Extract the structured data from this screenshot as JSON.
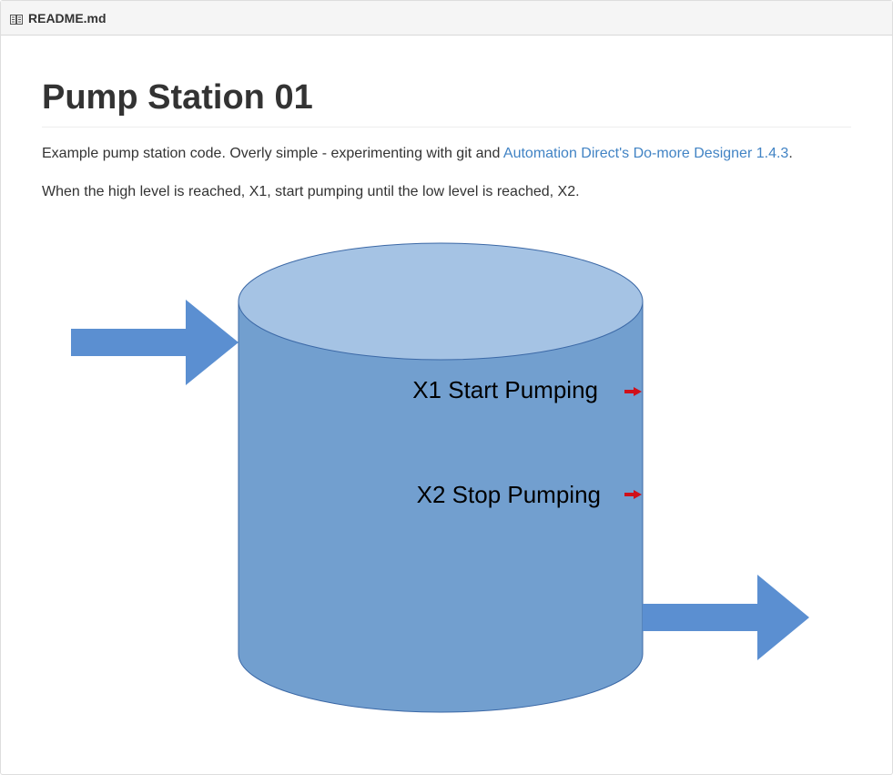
{
  "file": {
    "name": "README.md",
    "icon": "book-icon"
  },
  "readme": {
    "title": "Pump Station 01",
    "intro_before_link": "Example pump station code. Overly simple - experimenting with git and ",
    "intro_link": "Automation Direct's Do-more Designer 1.4.3",
    "intro_after_link": ".",
    "description": "When the high level is reached, X1, start pumping until the low level is reached, X2."
  },
  "diagram": {
    "high_label": "X1 Start Pumping",
    "low_label": "X2 Stop Pumping",
    "colors": {
      "tank_body": "#729fcf",
      "tank_top": "#a5c3e4",
      "arrow": "#5b8fd1",
      "sensor": "#d0101a"
    }
  }
}
